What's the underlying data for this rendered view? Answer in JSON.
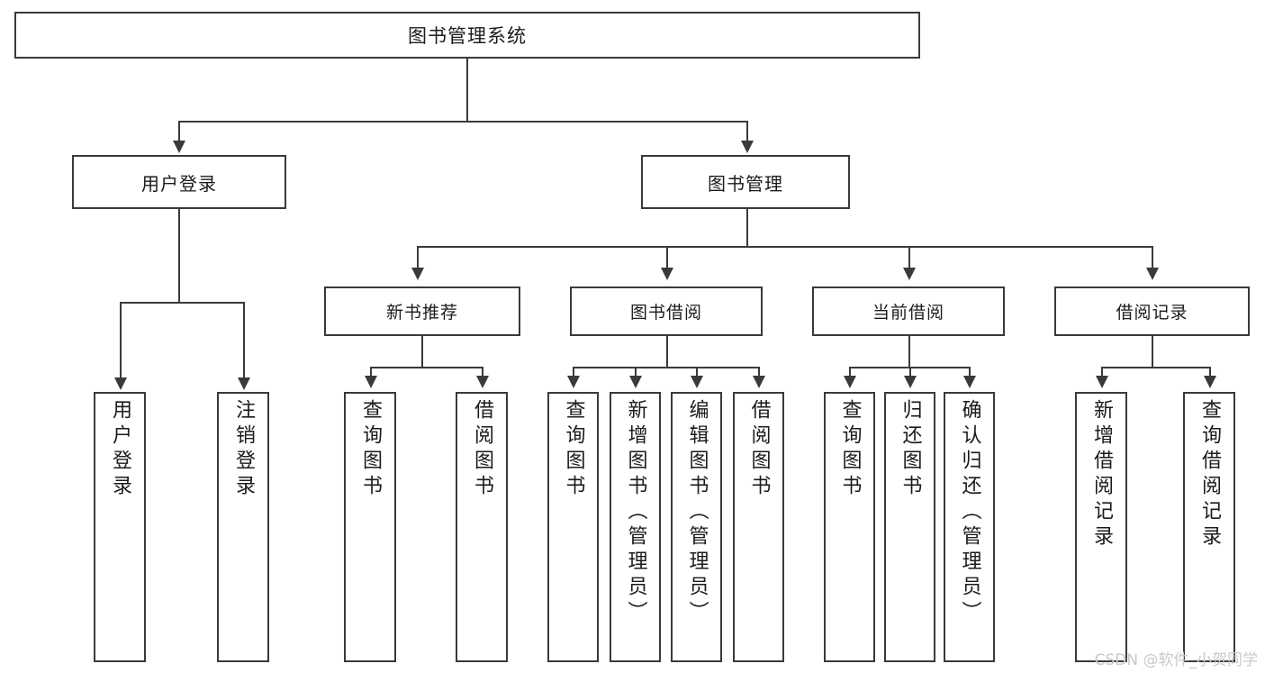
{
  "diagram": {
    "title": "图书管理系统",
    "type": "tree",
    "colors": {
      "background": "#ffffff",
      "box_border": "#3a3a3a",
      "box_fill": "#ffffff",
      "text": "#1b1b1b",
      "connector": "#3a3a3a",
      "watermark": "#c9c9c9"
    }
  },
  "root": {
    "label": "图书管理系统"
  },
  "level1": [
    {
      "id": "user-login",
      "label": "用户登录"
    },
    {
      "id": "book-management",
      "label": "图书管理"
    }
  ],
  "level2": [
    {
      "id": "new-book-recommend",
      "label": "新书推荐"
    },
    {
      "id": "book-borrow",
      "label": "图书借阅"
    },
    {
      "id": "current-borrow",
      "label": "当前借阅"
    },
    {
      "id": "borrow-record",
      "label": "借阅记录"
    }
  ],
  "leaves": {
    "user_login": [
      {
        "id": "leaf-user-login",
        "label": "用户登录"
      },
      {
        "id": "leaf-logout",
        "label": "注销登录"
      }
    ],
    "new_book_recommend": [
      {
        "id": "leaf-query-book-1",
        "label": "查询图书"
      },
      {
        "id": "leaf-borrow-book-1",
        "label": "借阅图书"
      }
    ],
    "book_borrow": [
      {
        "id": "leaf-query-book-2",
        "label": "查询图书"
      },
      {
        "id": "leaf-add-book",
        "label": "新增图书（管理员）"
      },
      {
        "id": "leaf-edit-book",
        "label": "编辑图书（管理员）"
      },
      {
        "id": "leaf-borrow-book-2",
        "label": "借阅图书"
      }
    ],
    "current_borrow": [
      {
        "id": "leaf-query-book-3",
        "label": "查询图书"
      },
      {
        "id": "leaf-return-book",
        "label": "归还图书"
      },
      {
        "id": "leaf-confirm-return",
        "label": "确认归还（管理员）"
      }
    ],
    "borrow_record": [
      {
        "id": "leaf-add-record",
        "label": "新增借阅记录"
      },
      {
        "id": "leaf-query-record",
        "label": "查询借阅记录"
      }
    ]
  },
  "watermark": {
    "text": "CSDN @软件_小贺同学"
  }
}
